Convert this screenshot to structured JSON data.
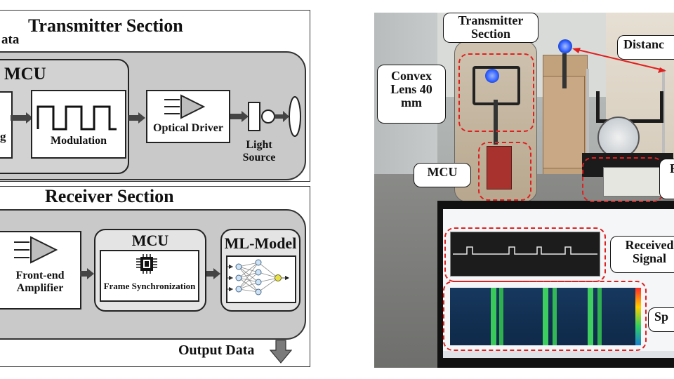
{
  "left_diagram": {
    "transmitter": {
      "title": "Transmitter Section",
      "input_label_partial": "ata",
      "mcu_label": "MCU",
      "partial_block_label": "g",
      "modulation_label": "Modulation",
      "optical_driver_label": "Optical Driver",
      "light_source_label": "Light\nSource"
    },
    "receiver": {
      "title": "Receiver Section",
      "frontend_label": "Front-end\nAmplifier",
      "mcu_label": "MCU",
      "frame_sync_label": "Frame Synchronization",
      "ml_model_label": "ML-Model",
      "output_label": "Output Data"
    }
  },
  "photo": {
    "callouts": {
      "transmitter_section": "Transmitter\nSection",
      "convex_lens": "Convex\nLens 40\nmm",
      "mcu": "MCU",
      "distance": "Distanc",
      "partial_right": "F",
      "received_signal": "Received\nSignal",
      "spectrum_partial": "Sp"
    },
    "colors": {
      "dash": "#e02020",
      "led": "#2a5bff"
    }
  }
}
